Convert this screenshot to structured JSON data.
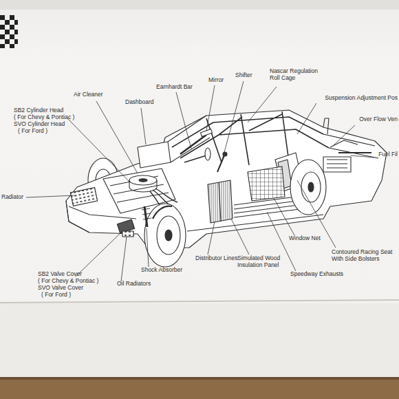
{
  "diagram": {
    "labels": [
      "Air Cleaner",
      "Dashboard",
      "Earnhardt Bar",
      "Mirror",
      "Shifter",
      "Nascar Regulation Roll Cage",
      "Suspension Adjustment Pos",
      "Over Flow Ven",
      "Fuel Fil",
      "SB2 Cylinder Head",
      "( For Chevy & Pontiac )",
      "SVO Cylinder Head",
      "( For Ford )",
      "Radiator",
      "Window Net",
      "Contoured Racing Seat With Side Bolsters",
      "Distributor Lines",
      "Simulated Wood Insulation Panel",
      "Speedway Exhausts",
      "Shock Absorber",
      "Oil Radiators",
      "SB2 Valve Cover",
      "( For Chevy & Pontiac )",
      "SVO Valve Cover",
      "( For Ford )"
    ]
  }
}
